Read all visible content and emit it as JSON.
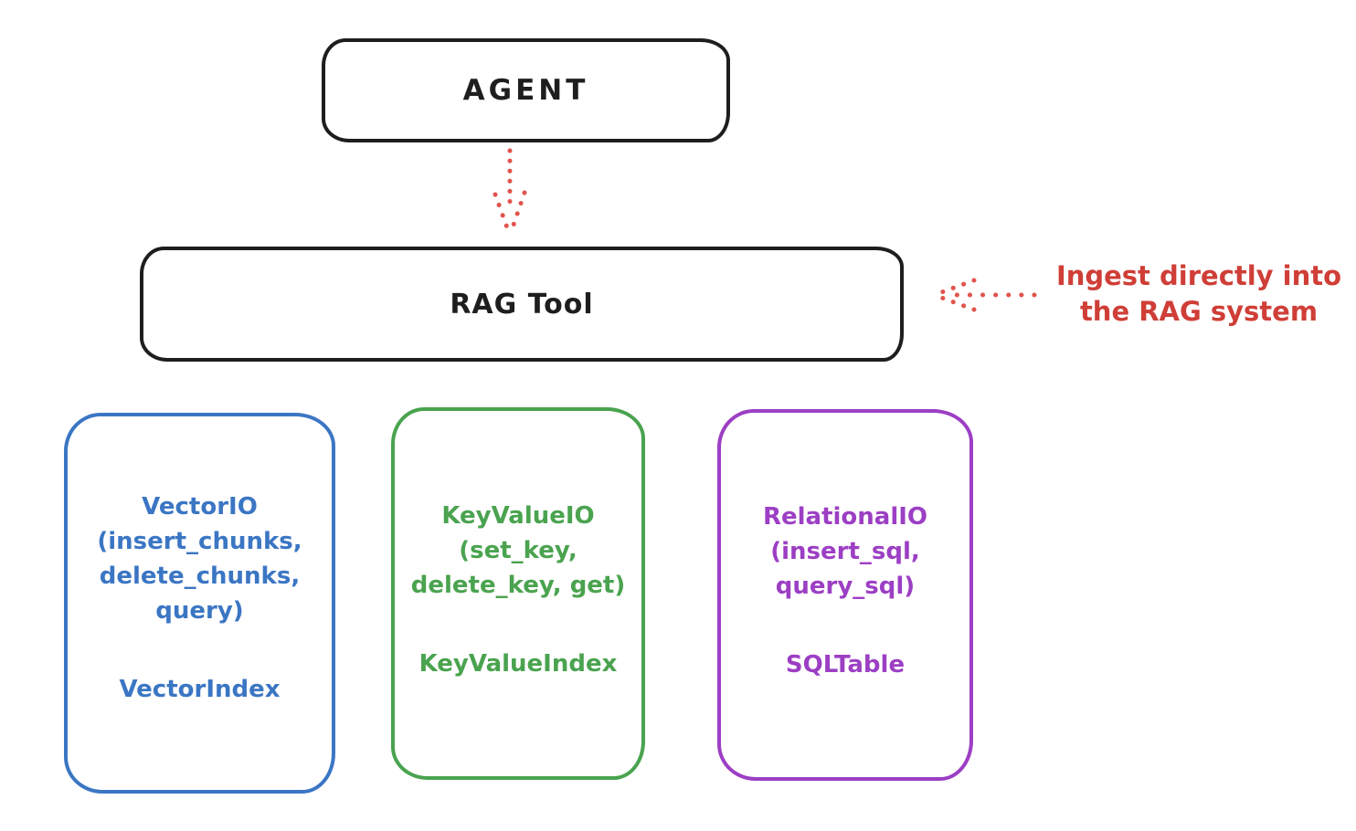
{
  "agent": {
    "label": "AGENT"
  },
  "rag_tool": {
    "label": "RAG Tool"
  },
  "annotation": {
    "line1": "Ingest directly into",
    "line2": "the RAG system"
  },
  "boxes": {
    "vector": {
      "line1": "VectorIO",
      "line2": "(insert_chunks,",
      "line3": "delete_chunks,",
      "line4": "query)",
      "index": "VectorIndex",
      "color": "#3b76c4"
    },
    "keyvalue": {
      "line1": "KeyValueIO",
      "line2": "(set_key,",
      "line3": "delete_key, get)",
      "index": "KeyValueIndex",
      "color": "#4aa34f"
    },
    "relational": {
      "line1": "RelationalIO",
      "line2": "(insert_sql,",
      "line3": "query_sql)",
      "index": "SQLTable",
      "color": "#9c3fc4"
    }
  },
  "colors": {
    "stroke": "#1e1e1e",
    "arrow_red": "#e0544c",
    "text_red": "#cf3e37",
    "vector_blue": "#3b76c4",
    "keyvalue_green": "#4aa34f",
    "relational_purple": "#9c3fc4"
  }
}
